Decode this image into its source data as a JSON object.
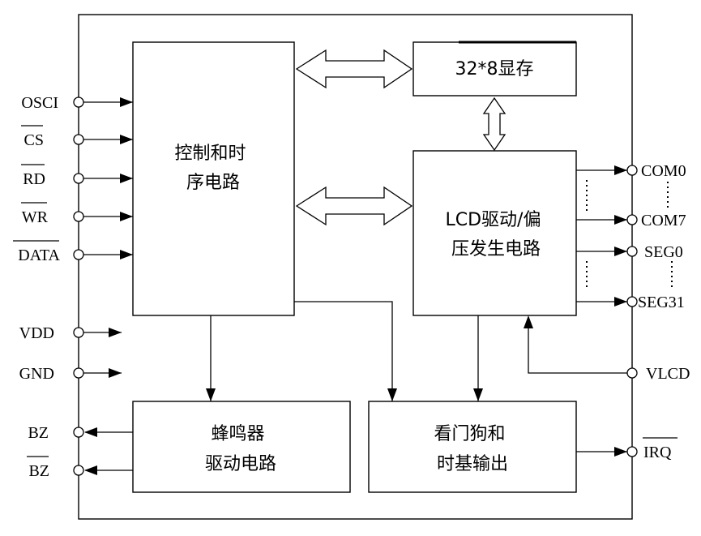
{
  "blocks": {
    "control": [
      "控制和时",
      "序电路"
    ],
    "display_ram": [
      "32*8显存"
    ],
    "lcd_driver": [
      "LCD驱动/偏",
      "压发生电路"
    ],
    "buzzer_driver": [
      "蜂鸣器",
      "驱动电路"
    ],
    "watchdog": [
      "看门狗和",
      "时基输出"
    ]
  },
  "left_pins": {
    "osci": "OSCI",
    "cs": "CS",
    "rd": "RD",
    "wr": "WR",
    "data": "DATA",
    "vdd": "VDD",
    "gnd": "GND",
    "bz": "BZ",
    "bz_bar": "BZ"
  },
  "right_pins": {
    "com0": "COM0",
    "com7": "COM7",
    "seg0": "SEG0",
    "seg31": "SEG31",
    "vlcd": "VLCD",
    "irq": "IRQ"
  }
}
